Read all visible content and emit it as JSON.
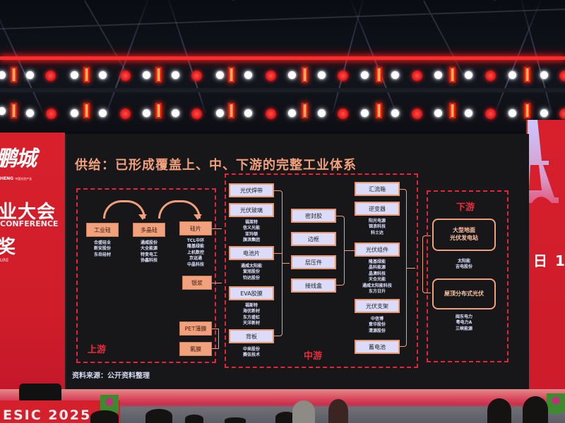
{
  "scene": {
    "description": "Photo of a conference stage LED screen showing a slide about the photovoltaic industry supply chain"
  },
  "slide": {
    "title": "供给：已形成覆盖上、中、下游的完整工业体系",
    "source": "资料来源：公开资料整理",
    "upstream": {
      "label": "上游",
      "chain": [
        {
          "name": "工业硅",
          "companies": [
            "合盛硅业",
            "新安股份",
            "东岳硅材"
          ]
        },
        {
          "name": "多晶硅",
          "companies": [
            "通威股份",
            "大全能源",
            "特变电工",
            "协鑫科技"
          ]
        },
        {
          "name": "硅片",
          "companies": [
            "TCL中环",
            "隆基绿能",
            "上机数控",
            "京运通",
            "中晶科技"
          ]
        }
      ],
      "materials": [
        "银浆",
        "PET薄膜",
        "氟膜"
      ]
    },
    "midstream": {
      "label": "中游",
      "column1": [
        {
          "name": "光伏焊带",
          "companies": []
        },
        {
          "name": "光伏玻璃",
          "companies": [
            "福莱特",
            "信义光能",
            "亚玛顿",
            "旗滨集团"
          ]
        },
        {
          "name": "电池片",
          "companies": [
            "通威太阳能",
            "爱旭股份",
            "钧达股份"
          ]
        },
        {
          "name": "EVA胶膜",
          "companies": [
            "福斯特",
            "海优新材",
            "东方盛虹",
            "天洋新材"
          ]
        },
        {
          "name": "背板",
          "companies": [
            "中来股份",
            "赛伍技术"
          ]
        }
      ],
      "column2": [
        {
          "name": "密封胶"
        },
        {
          "name": "边框"
        },
        {
          "name": "层压件"
        },
        {
          "name": "接线盒"
        }
      ],
      "column3": [
        {
          "name": "汇流箱",
          "companies": []
        },
        {
          "name": "逆变器",
          "companies": [
            "阳光电源",
            "锦浪科技",
            "科士达"
          ]
        },
        {
          "name": "光伏组件",
          "companies": [
            "隆基绿能",
            "晶科能源",
            "晶澳科技",
            "天合光能",
            "通威太阳能科技",
            "东方日升"
          ]
        },
        {
          "name": "光伏支架",
          "companies": [
            "中信博",
            "意华股份",
            "清源股份"
          ]
        },
        {
          "name": "蓄电池",
          "companies": []
        }
      ]
    },
    "downstream": {
      "label": "下游",
      "items": [
        {
          "name_lines": [
            "大型地面",
            "光伏发电站"
          ],
          "companies": [
            "太阳能",
            "吉电股份"
          ]
        },
        {
          "name_lines": [
            "屋顶分布式光伏"
          ],
          "companies": [
            "闽东电力",
            "粤电力A",
            "三峡能源"
          ]
        }
      ]
    }
  },
  "left_banner": {
    "logo": "鹏城",
    "logo_sub": "HENG",
    "logo_tiny": "中国光伏产业",
    "title": "业大会",
    "english": "CONFERENCE",
    "char": "奖",
    "english2": "URE"
  },
  "right_banner": {
    "text": "日 1"
  },
  "stage": {
    "front_text": "ESIC 2025"
  },
  "colors": {
    "title": "#f3a07a",
    "zone_border": "#e8243a",
    "salmon_box": "#f1a27c",
    "lavender_box": "#dcdcfa",
    "banner_red": "#d8202c",
    "company_text": "#dfe4ff"
  }
}
